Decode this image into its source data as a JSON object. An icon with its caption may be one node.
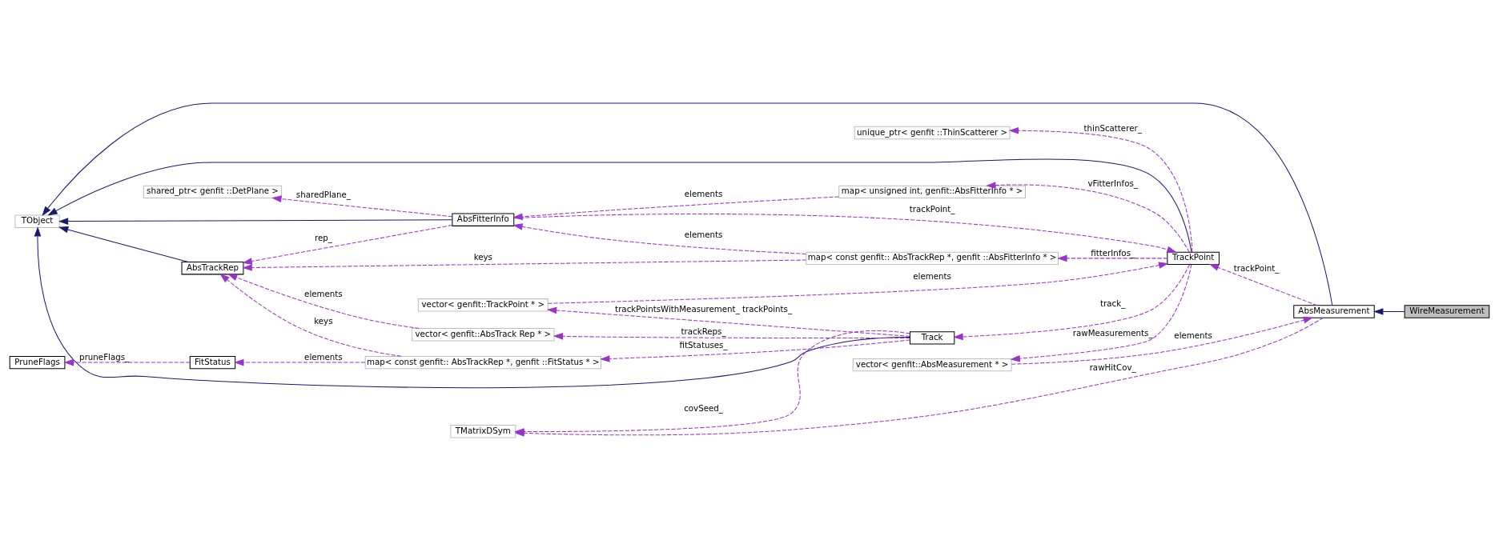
{
  "diagram": {
    "nodes": [
      {
        "text": [
          "WireMeasurement"
        ]
      },
      {
        "text": [
          "AbsMeasurement"
        ]
      },
      {
        "text": [
          "TObject"
        ]
      },
      {
        "text": [
          "TrackPoint"
        ]
      },
      {
        "text": [
          "vector< genfit::AbsMeasurement * >"
        ]
      },
      {
        "text": [
          "unique_ptr< genfit ::ThinScatterer >"
        ]
      },
      {
        "text": [
          "AbsFitterInfo"
        ]
      },
      {
        "text": [
          "shared_ptr< genfit ::DetPlane >"
        ]
      },
      {
        "text": [
          "map< unsigned int, genfit::AbsFitterInfo * >"
        ]
      },
      {
        "text": [
          "map< const genfit:: AbsTrackRep *, genfit ::AbsFitterInfo * >"
        ]
      },
      {
        "text": [
          "AbsTrackRep"
        ]
      },
      {
        "text": [
          "vector< genfit::TrackPoint * >"
        ]
      },
      {
        "text": [
          "Track"
        ]
      },
      {
        "text": [
          "vector< genfit::AbsTrack Rep * >"
        ]
      },
      {
        "text": [
          "map< const genfit:: AbsTrackRep *, genfit ::FitStatus * >"
        ]
      },
      {
        "text": [
          "FitStatus"
        ]
      },
      {
        "text": [
          "PruneFlags"
        ]
      },
      {
        "text": [
          "TMatrixDSym"
        ]
      }
    ],
    "edges": [
      {
        "from": 0,
        "to": 1,
        "arrow": "to",
        "color": "#191970"
      },
      {
        "from": 1,
        "to": 2,
        "arrow": "to",
        "color": "#191970"
      },
      {
        "from": 3,
        "to": 2,
        "arrow": "to",
        "color": "#191970"
      },
      {
        "from": 6,
        "to": 2,
        "arrow": "to",
        "color": "#191970"
      },
      {
        "from": 10,
        "to": 2,
        "arrow": "to",
        "color": "#191970"
      },
      {
        "from": 12,
        "to": 2,
        "arrow": "to",
        "color": "#191970"
      },
      {
        "from": 4,
        "to": 1,
        "arrow": "to",
        "label": "elements",
        "style": "dashed",
        "color": "#9a32cd"
      },
      {
        "from": 1,
        "to": 17,
        "arrow": "to",
        "label": "rawHitCov_",
        "style": "dashed",
        "color": "#9a32cd"
      },
      {
        "from": 1,
        "to": 3,
        "arrow": "to",
        "label": "trackPoint_",
        "style": "dashed",
        "color": "#9a32cd"
      },
      {
        "from": 3,
        "to": 4,
        "arrow": "to",
        "label": "rawMeasurements_",
        "style": "dashed",
        "color": "#9a32cd"
      },
      {
        "from": 3,
        "to": 5,
        "arrow": "to",
        "label": "thinScatterer_",
        "style": "dashed",
        "color": "#9a32cd"
      },
      {
        "from": 6,
        "to": 3,
        "arrow": "to",
        "label": "trackPoint_",
        "style": "dashed",
        "color": "#9a32cd"
      },
      {
        "from": 6,
        "to": 7,
        "arrow": "to",
        "label": "sharedPlane_",
        "style": "dashed",
        "color": "#9a32cd"
      },
      {
        "from": 6,
        "to": 10,
        "arrow": "to",
        "label": "rep_",
        "style": "dashed",
        "color": "#9a32cd"
      },
      {
        "from": 8,
        "to": 6,
        "arrow": "to",
        "label": "elements",
        "style": "dashed",
        "color": "#9a32cd"
      },
      {
        "from": 3,
        "to": 8,
        "arrow": "to",
        "label": "vFitterInfos_",
        "style": "dashed",
        "color": "#9a32cd"
      },
      {
        "from": 9,
        "to": 6,
        "arrow": "to",
        "label": "elements",
        "style": "dashed",
        "color": "#9a32cd"
      },
      {
        "from": 3,
        "to": 9,
        "arrow": "to",
        "label": "fitterInfos_",
        "style": "dashed",
        "color": "#9a32cd"
      },
      {
        "from": 9,
        "to": 10,
        "arrow": "to",
        "label": "keys",
        "style": "dashed",
        "color": "#9a32cd"
      },
      {
        "from": 3,
        "to": 12,
        "arrow": "to",
        "label": "track_",
        "style": "dashed",
        "color": "#9a32cd"
      },
      {
        "from": 11,
        "to": 3,
        "arrow": "to",
        "label": "elements",
        "style": "dashed",
        "color": "#9a32cd"
      },
      {
        "from": 12,
        "to": 11,
        "arrow": "to",
        "label": "trackPointsWithMeasurement_ trackPoints_",
        "style": "dashed",
        "color": "#9a32cd"
      },
      {
        "from": 13,
        "to": 10,
        "arrow": "to",
        "label": "elements",
        "style": "dashed",
        "color": "#9a32cd"
      },
      {
        "from": 12,
        "to": 13,
        "arrow": "to",
        "label": "trackReps_",
        "style": "dashed",
        "color": "#9a32cd"
      },
      {
        "from": 14,
        "to": 10,
        "arrow": "to",
        "label": "keys",
        "style": "dashed",
        "color": "#9a32cd"
      },
      {
        "from": 14,
        "to": 15,
        "arrow": "to",
        "label": "elements",
        "style": "dashed",
        "color": "#9a32cd"
      },
      {
        "from": 12,
        "to": 14,
        "arrow": "to",
        "label": "fitStatuses_",
        "style": "dashed",
        "color": "#9a32cd"
      },
      {
        "from": 15,
        "to": 16,
        "arrow": "to",
        "label": "pruneFlags_",
        "style": "dashed",
        "color": "#9a32cd"
      },
      {
        "from": 12,
        "to": 17,
        "arrow": "to",
        "label": "covSeed_",
        "style": "dashed",
        "color": "#9a32cd"
      }
    ]
  }
}
